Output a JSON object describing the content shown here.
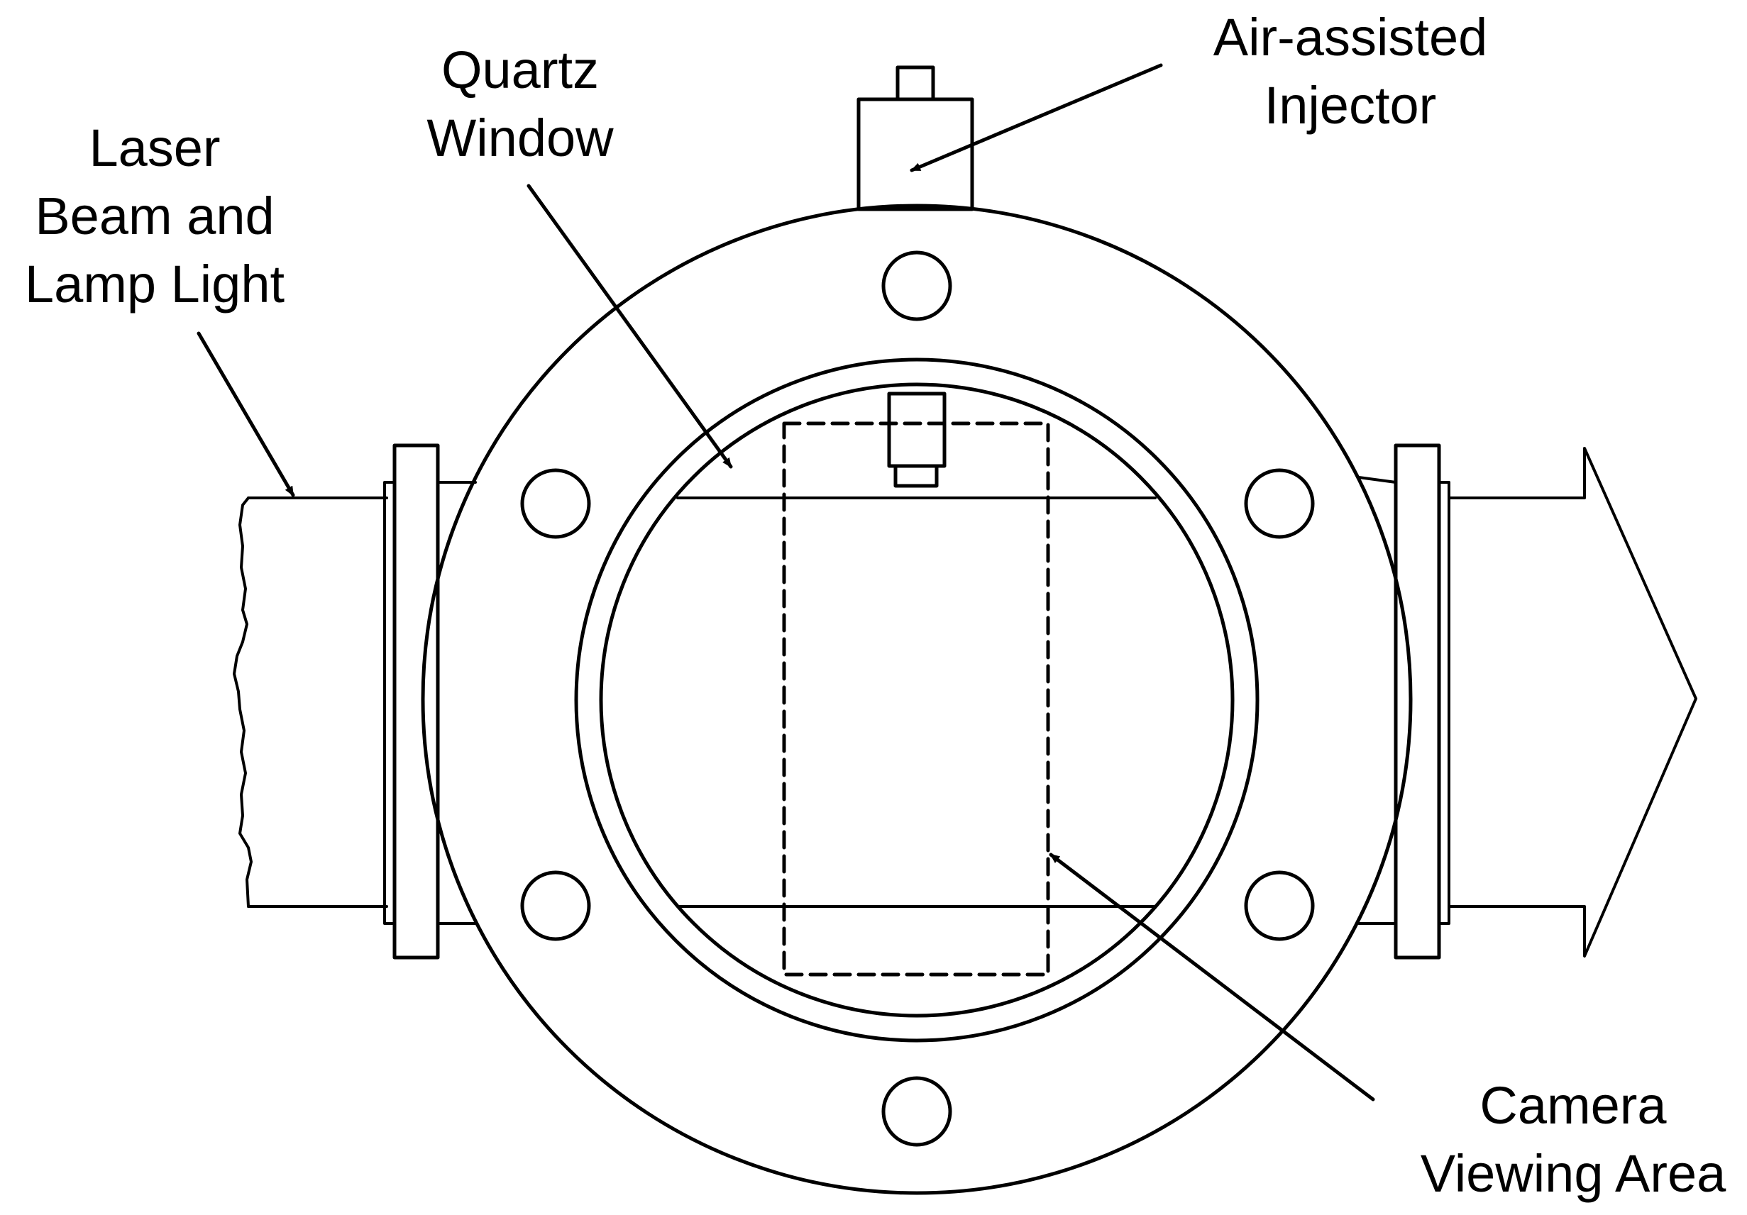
{
  "labels": {
    "laser": [
      "Laser",
      "Beam and",
      "Lamp Light"
    ],
    "quartz": [
      "Quartz",
      "Window"
    ],
    "injector": [
      "Air-assisted",
      "Injector"
    ],
    "camera": [
      "Camera",
      "Viewing Area"
    ]
  },
  "colors": {
    "line": "#000000",
    "background": "#ffffff"
  }
}
